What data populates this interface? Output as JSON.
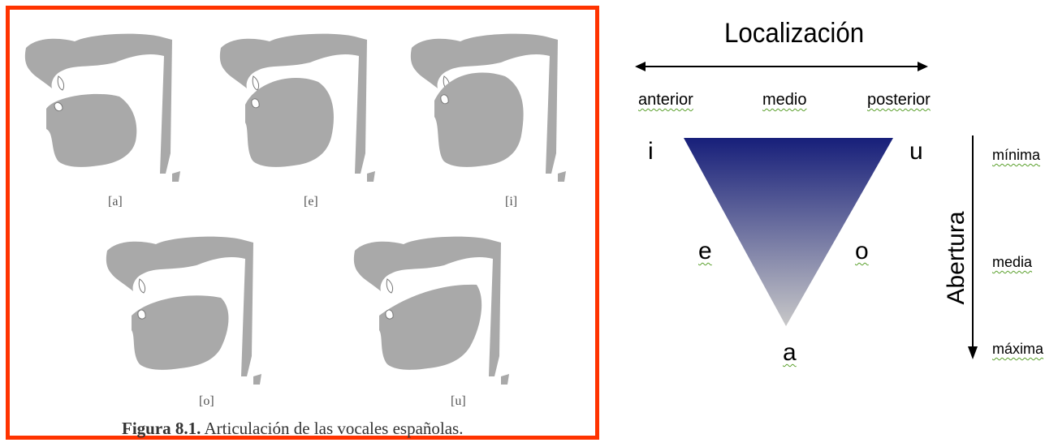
{
  "figure": {
    "labels": [
      "[a]",
      "[e]",
      "[i]",
      "[o]",
      "[u]"
    ],
    "caption_bold": "Figura 8.1.",
    "caption_text": "Articulación de las vocales españolas.",
    "frame_color": "#ff3300",
    "tissue_color": "#a9a9a9"
  },
  "diagram": {
    "title": "Localización",
    "positions": [
      "anterior",
      "medio",
      "posterior"
    ],
    "vowels": {
      "top_left": "i",
      "top_right": "u",
      "mid_left": "e",
      "mid_right": "o",
      "bottom": "a"
    },
    "axis_label": "Abertura",
    "openness": [
      "mínima",
      "media",
      "máxima"
    ],
    "gradient_colors": [
      "#171f7a",
      "#c8c8c8"
    ]
  }
}
